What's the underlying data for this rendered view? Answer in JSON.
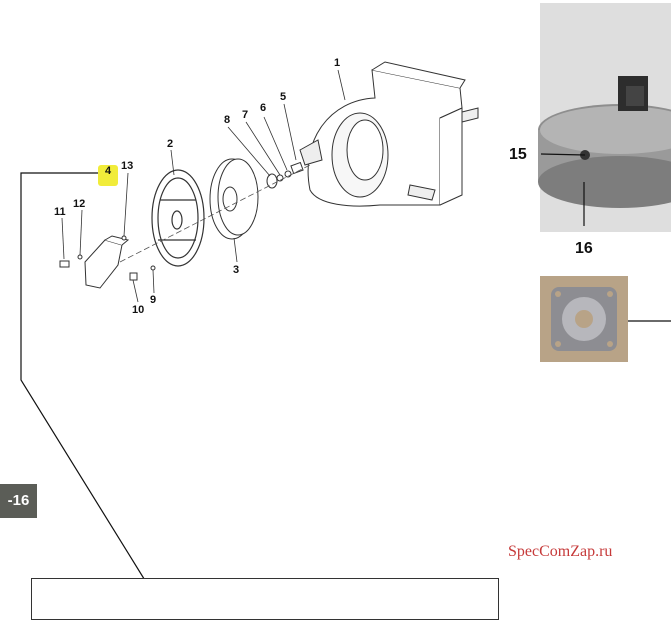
{
  "callouts": {
    "c1": "1",
    "c2": "2",
    "c3": "3",
    "c4": "4",
    "c5": "5",
    "c6": "6",
    "c7": "7",
    "c8": "8",
    "c9": "9",
    "c10": "10",
    "c11": "11",
    "c12": "12",
    "c13": "13"
  },
  "photo_labels": {
    "l15": "15",
    "l16": "16"
  },
  "side_tab": "-16",
  "watermark": "SpecComZap.ru",
  "colors": {
    "highlight": "#f1ec3a",
    "watermark": "#c63a3a",
    "tab": "#5b5d57"
  }
}
